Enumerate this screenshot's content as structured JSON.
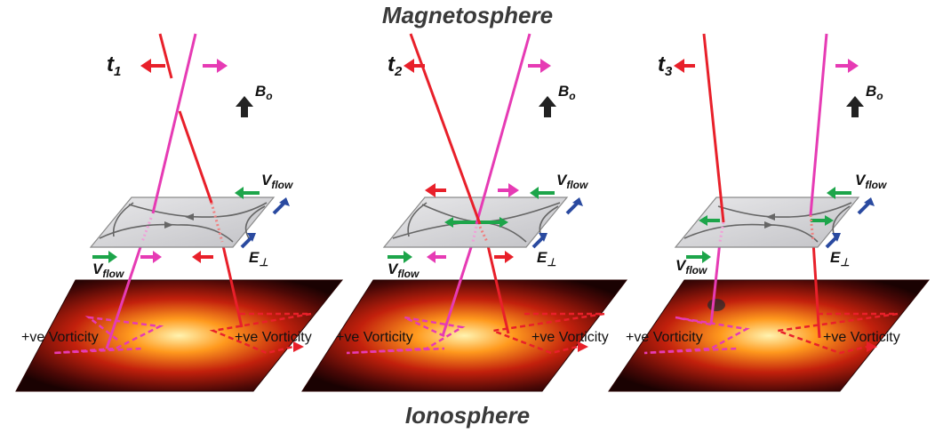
{
  "titles": {
    "top": "Magnetosphere",
    "bottom": "Ionosphere"
  },
  "labels": {
    "field": "B",
    "field_sub": "o",
    "velocity": "V",
    "velocity_sub": "flow",
    "efield": "E",
    "efield_sub": "⊥",
    "vorticity": "+ve Vorticity"
  },
  "panels": [
    {
      "time": "t",
      "time_sub": "1"
    },
    {
      "time": "t",
      "time_sub": "2"
    },
    {
      "time": "t",
      "time_sub": "3"
    }
  ],
  "colors": {
    "field_line_red": "#e8202a",
    "field_line_magenta": "#e63bb4",
    "flow_arrow_green": "#1da54a",
    "efield_arrow_blue": "#2a4aa0",
    "b_arrow": "#222222",
    "plane_fill": "#d4d4d6"
  },
  "icons": {
    "flow": "green-arrow-icon",
    "efield": "blue-arrow-icon",
    "field": "black-up-arrow-icon"
  }
}
